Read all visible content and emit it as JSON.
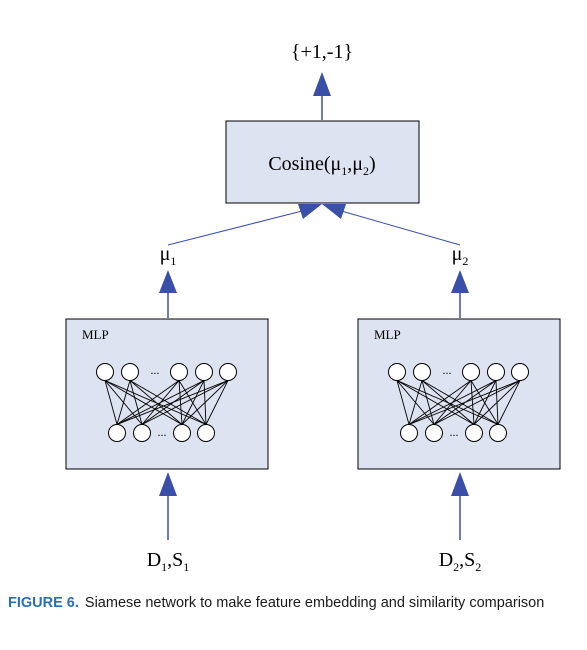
{
  "output": {
    "text": "{+1,-1}"
  },
  "cosine": {
    "prefix": "Cosine(",
    "var": "μ",
    "sub1": "1",
    "sep": ",",
    "sub2": "2",
    "suffix": ")"
  },
  "branches": [
    {
      "mlp_label": "MLP",
      "embedding": {
        "var": "μ",
        "sub": "1"
      },
      "input": {
        "d": "D",
        "d_sub": "1",
        "sep": ",",
        "s": "S",
        "s_sub": "1"
      },
      "ellipsis": "..."
    },
    {
      "mlp_label": "MLP",
      "embedding": {
        "var": "μ",
        "sub": "2"
      },
      "input": {
        "d": "D",
        "d_sub": "2",
        "sep": ",",
        "s": "S",
        "s_sub": "2"
      },
      "ellipsis": "..."
    }
  ],
  "caption": {
    "label": "FIGURE 6.",
    "text": "Siamese network to make feature embedding and similarity comparison"
  },
  "colors": {
    "box_fill": "#dde3f1",
    "arrow": "#3a4fa8",
    "line": "#000000",
    "caption_label": "#2b6fb5"
  }
}
